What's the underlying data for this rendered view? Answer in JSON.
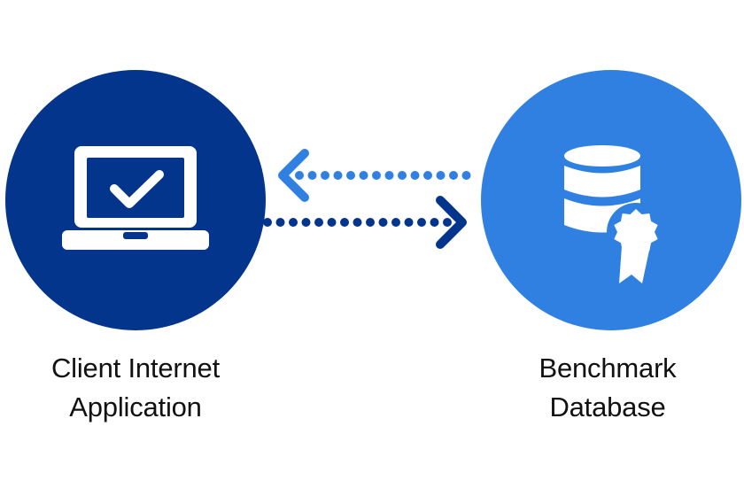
{
  "nodes": {
    "client": {
      "label_line1": "Client Internet",
      "label_line2": "Application",
      "circle_color": "#03358c",
      "icon": "laptop-check-icon"
    },
    "database": {
      "label_line1": "Benchmark",
      "label_line2": "Database",
      "circle_color": "#2f80e0",
      "icon": "database-certified-icon"
    }
  },
  "connectors": {
    "request_color": "#03358c",
    "response_color": "#2f80e0",
    "request_direction": "client-to-database",
    "response_direction": "database-to-client"
  },
  "colors": {
    "icon_fill": "#ffffff",
    "text": "#111111",
    "background": "#ffffff"
  }
}
